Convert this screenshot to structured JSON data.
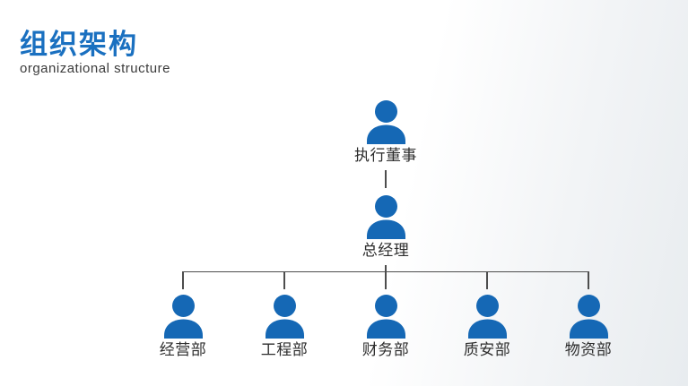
{
  "slide": {
    "title": "组织架构",
    "subtitle": "organizational structure"
  },
  "org": {
    "root": {
      "label": "执行董事"
    },
    "manager": {
      "label": "总经理"
    },
    "departments": [
      {
        "label": "经营部"
      },
      {
        "label": "工程部"
      },
      {
        "label": "财务部"
      },
      {
        "label": "质安部"
      },
      {
        "label": "物资部"
      }
    ]
  },
  "colors": {
    "title_blue": "#1a70c0",
    "icon_blue": "#1568b5",
    "connector_gray": "#4d4d4d",
    "text_dark": "#2d2d2d",
    "bg_right_gray": "#e8ecef"
  }
}
